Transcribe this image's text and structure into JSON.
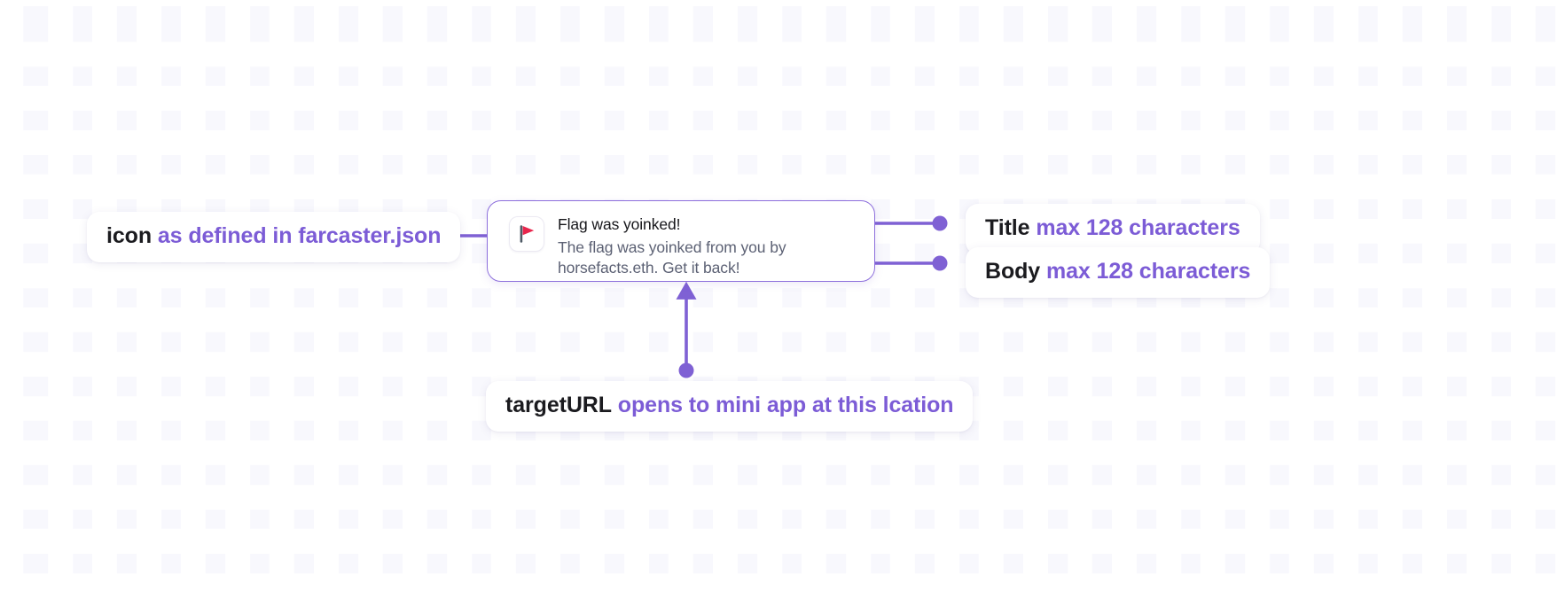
{
  "theme": {
    "accent_purple": "#7c5cd6",
    "connector_purple": "#7f61d4",
    "card_border": "#8d6fdc",
    "grid_square": "#f8f8fd",
    "page_background": "#ffffff",
    "title_text": "#16161a",
    "body_text": "#5c6174",
    "flag_red": "#e8254c"
  },
  "notification_card": {
    "icon_name": "triangular-flag-icon",
    "title": "Flag was yoinked!",
    "body_line_1": "The flag was yoinked from you by",
    "body_line_2": "horsefacts.eth. Get it back!",
    "body_full": "The flag was yoinked from you by horsefacts.eth. Get it back!"
  },
  "callouts": [
    {
      "id": "icon",
      "key": "icon",
      "desc": "as defined in farcaster.json"
    },
    {
      "id": "title",
      "key": "Title",
      "desc": "max 128 characters"
    },
    {
      "id": "body",
      "key": "Body",
      "desc": "max 128 characters"
    },
    {
      "id": "targeturl",
      "key": "targetURL",
      "desc": "opens to mini app at this lcation"
    }
  ]
}
